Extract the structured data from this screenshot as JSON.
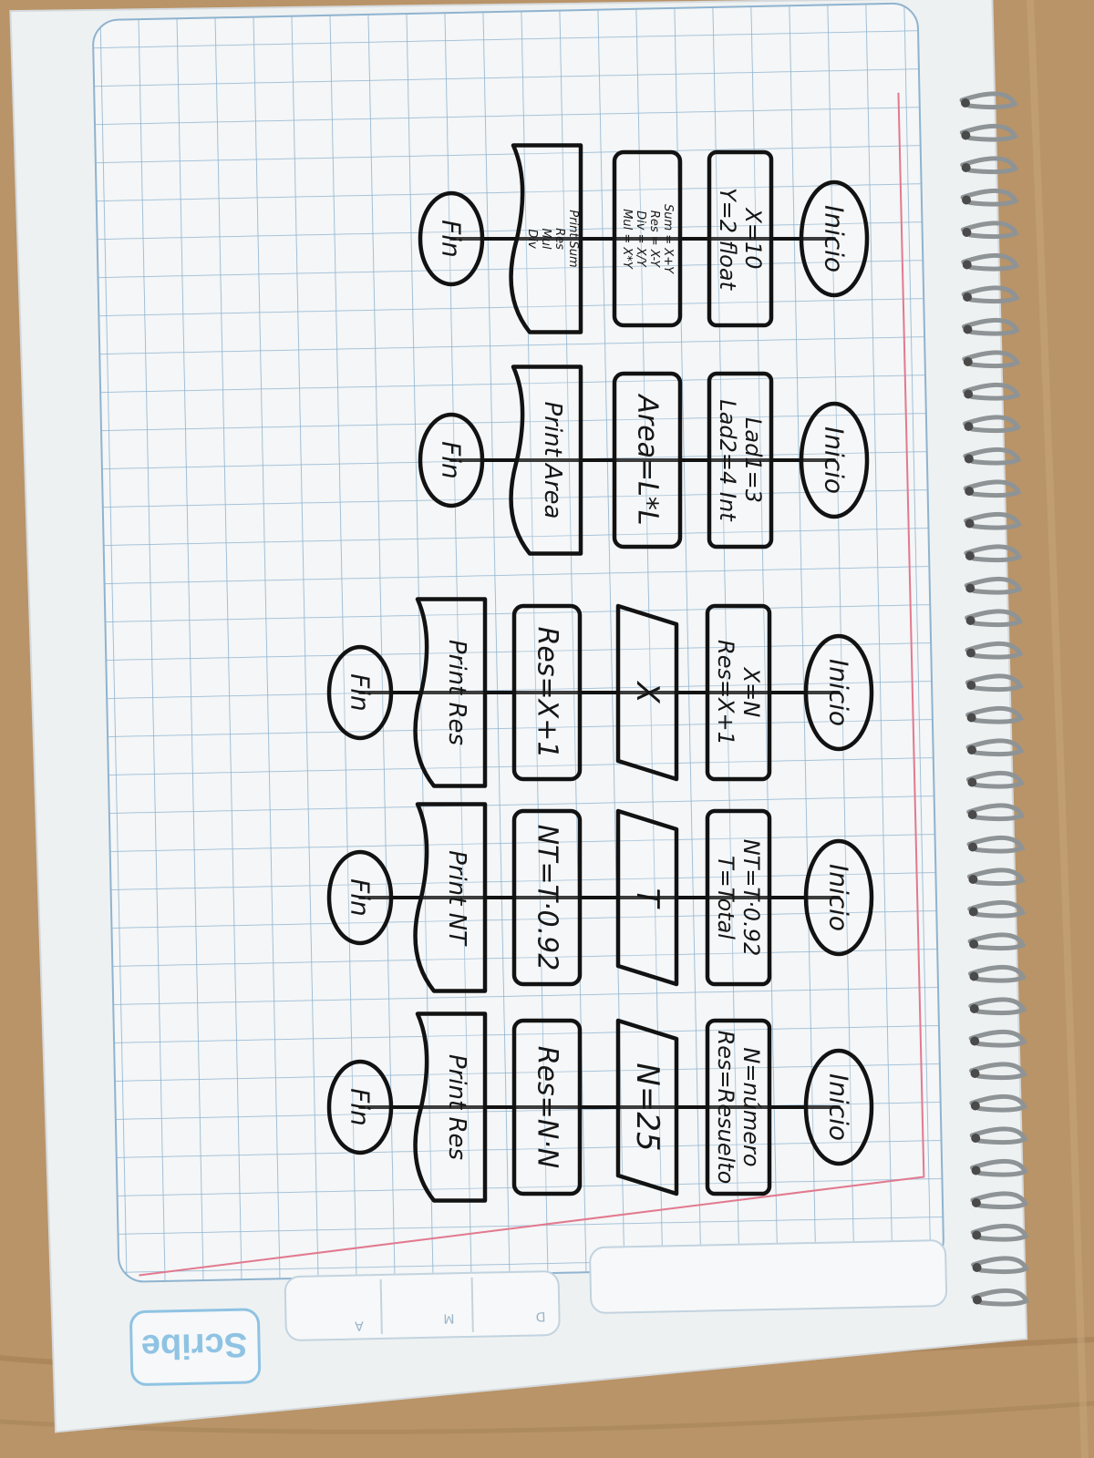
{
  "brand": "Scribe",
  "date_box": {
    "d": "D",
    "m": "M",
    "a": "A"
  },
  "diagrams": [
    {
      "id": "d1",
      "start": "Inicio",
      "declare": [
        "X=10",
        "Y=2 float"
      ],
      "process": [
        "Sum = X+Y",
        "Res = X-Y",
        "Div = X/Y",
        "Mul = X*Y"
      ],
      "output": [
        "Print Sum",
        "Res",
        "Mul",
        "Div"
      ],
      "end": "Fin"
    },
    {
      "id": "d2",
      "start": "Inicio",
      "declare": [
        "Lad1=3",
        "Lad2=4 Int"
      ],
      "process": [
        "Area=L*L"
      ],
      "output": [
        "Print Area"
      ],
      "end": "Fin"
    },
    {
      "id": "d3",
      "start": "Inicio",
      "declare": [
        "X=N",
        "Res=X+1"
      ],
      "input": "X",
      "process": [
        "Res=X+1"
      ],
      "output": [
        "Print Res"
      ],
      "end": "Fin"
    },
    {
      "id": "d4",
      "start": "Inicio",
      "declare": [
        "NT=T·0.92",
        "T=Total"
      ],
      "input": "T",
      "process": [
        "NT=T·0.92"
      ],
      "output": [
        "Print NT"
      ],
      "end": "Fin"
    },
    {
      "id": "d5",
      "start": "Inicio",
      "declare": [
        "N=número",
        "Res=Resuelto"
      ],
      "input": "N=25",
      "process": [
        "Res=N·N"
      ],
      "output": [
        "Print Res"
      ],
      "end": "Fin"
    }
  ]
}
